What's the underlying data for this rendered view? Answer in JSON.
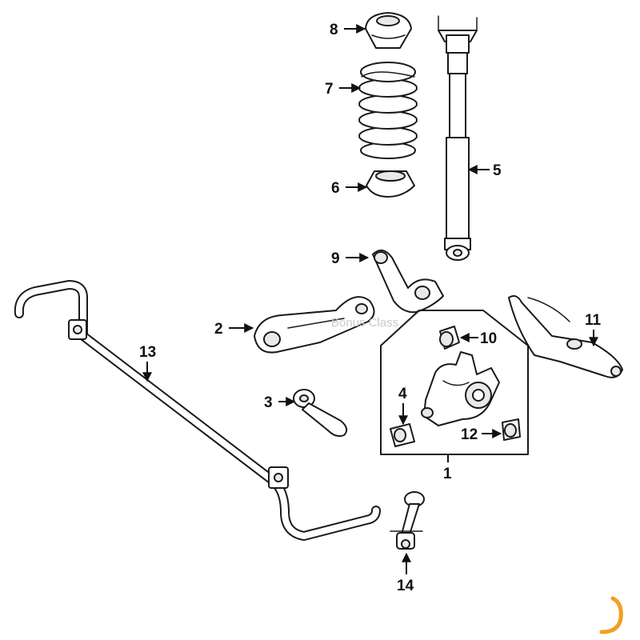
{
  "watermark": "Bonus Class",
  "colors": {
    "line": "#1a1a1a",
    "corner_mark": "#f0a020"
  },
  "callouts": {
    "c1": "1",
    "c2": "2",
    "c3": "3",
    "c4": "4",
    "c5": "5",
    "c6": "6",
    "c7": "7",
    "c8": "8",
    "c9": "9",
    "c10": "10",
    "c11": "11",
    "c12": "12",
    "c13": "13",
    "c14": "14"
  }
}
